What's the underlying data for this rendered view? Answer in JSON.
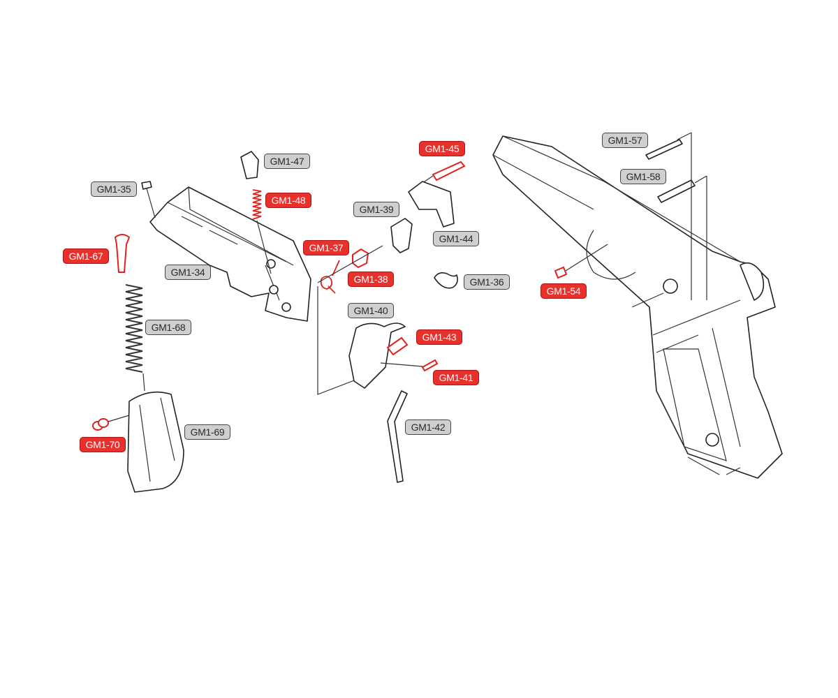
{
  "diagram": {
    "parts": [
      {
        "id": "GM1-35",
        "highlight": false
      },
      {
        "id": "GM1-47",
        "highlight": false
      },
      {
        "id": "GM1-48",
        "highlight": true
      },
      {
        "id": "GM1-45",
        "highlight": true
      },
      {
        "id": "GM1-39",
        "highlight": false
      },
      {
        "id": "GM1-44",
        "highlight": false
      },
      {
        "id": "GM1-67",
        "highlight": true
      },
      {
        "id": "GM1-37",
        "highlight": true
      },
      {
        "id": "GM1-38",
        "highlight": true
      },
      {
        "id": "GM1-34",
        "highlight": false
      },
      {
        "id": "GM1-36",
        "highlight": false
      },
      {
        "id": "GM1-40",
        "highlight": false
      },
      {
        "id": "GM1-43",
        "highlight": true
      },
      {
        "id": "GM1-41",
        "highlight": true
      },
      {
        "id": "GM1-68",
        "highlight": false
      },
      {
        "id": "GM1-42",
        "highlight": false
      },
      {
        "id": "GM1-69",
        "highlight": false
      },
      {
        "id": "GM1-70",
        "highlight": true
      },
      {
        "id": "GM1-57",
        "highlight": false
      },
      {
        "id": "GM1-58",
        "highlight": false
      },
      {
        "id": "GM1-54",
        "highlight": true
      }
    ],
    "colors": {
      "highlight": "#e8302c",
      "normal": "#cfcfcf",
      "line": "#222222"
    }
  }
}
